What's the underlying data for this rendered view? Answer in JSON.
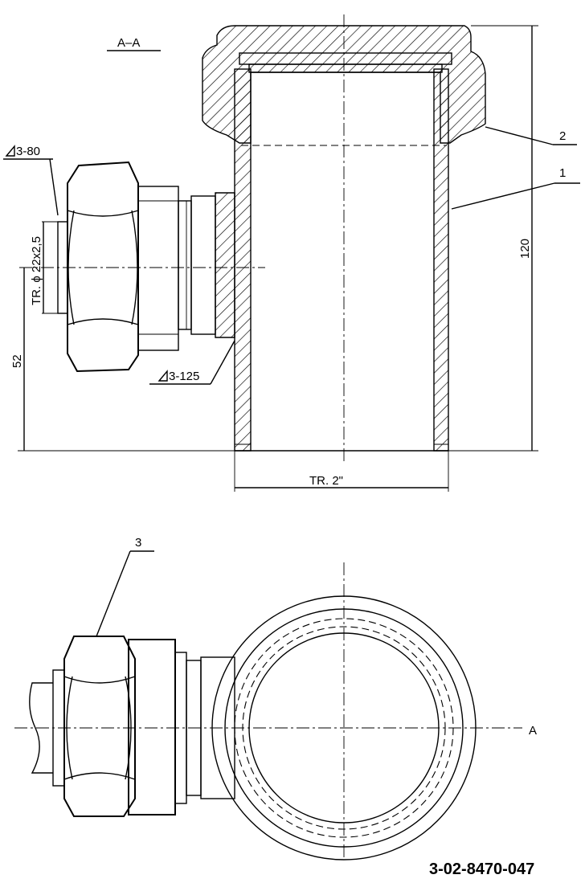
{
  "section_label": "A–A",
  "callouts": {
    "part1": "1",
    "part2": "2",
    "part3": "3"
  },
  "dimensions": {
    "height": "120",
    "offset": "52",
    "bottom_thread": "TR. 2\"",
    "side_thread": "TR. ϕ 22x2,5"
  },
  "weld_marks": {
    "upper": "3-80",
    "lower": "3-125"
  },
  "view_marker": "A",
  "drawing_number": "3-02-8470-047",
  "icons": {
    "weld_symbol": "weld-triangle-icon"
  }
}
